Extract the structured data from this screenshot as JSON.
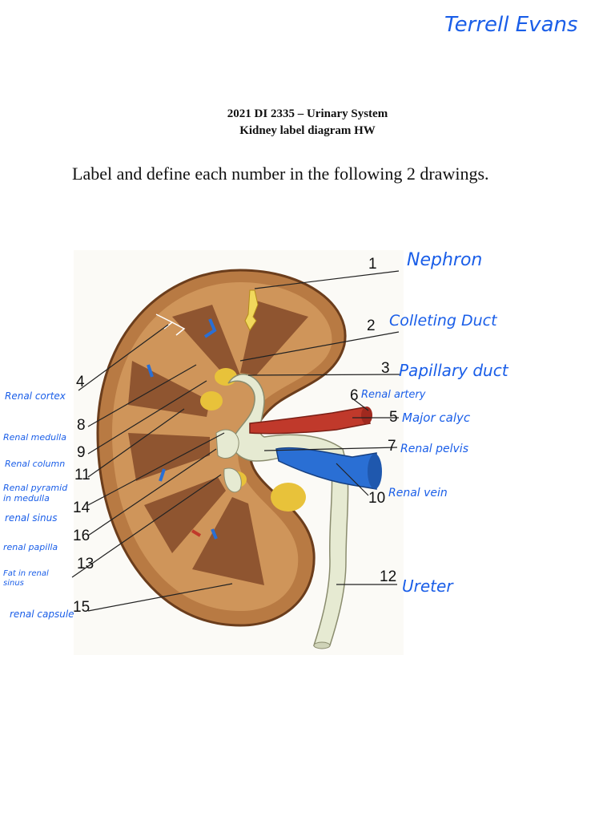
{
  "student_name": "Terrell Evans",
  "header": {
    "line1": "2021 DI 2335 – Urinary System",
    "line2": "Kidney label diagram HW"
  },
  "instructions": "Label and define each number in the following 2 drawings.",
  "labels": [
    {
      "number": "1",
      "answer": "Nephron"
    },
    {
      "number": "2",
      "answer": "Colleting Duct"
    },
    {
      "number": "3",
      "answer": "Papillary duct"
    },
    {
      "number": "4",
      "answer": "Renal cortex"
    },
    {
      "number": "5",
      "answer": "Major calyc"
    },
    {
      "number": "6",
      "answer": "Renal artery"
    },
    {
      "number": "7",
      "answer": "Renal pelvis"
    },
    {
      "number": "8",
      "answer": "Renal medulla"
    },
    {
      "number": "9",
      "answer": "Renal column"
    },
    {
      "number": "10",
      "answer": "Renal vein"
    },
    {
      "number": "11",
      "answer": "Renal pyramid in medulla"
    },
    {
      "number": "12",
      "answer": "Ureter"
    },
    {
      "number": "13",
      "answer": "Fat in renal sinus"
    },
    {
      "number": "14",
      "answer": "renal sinus"
    },
    {
      "number": "15",
      "answer": "renal capsule"
    },
    {
      "number": "16",
      "answer": "renal papilla"
    }
  ],
  "colors": {
    "ink": "#1a5ee8",
    "cortex": "#c98d52",
    "pyramid": "#9a5e36",
    "artery": "#c0392b",
    "vein": "#2a6fd4",
    "fat": "#e8c23a",
    "pelvis": "#e8ecd6"
  }
}
